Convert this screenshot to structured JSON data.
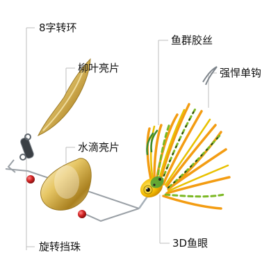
{
  "labels": {
    "swivel": "8字转环",
    "willow_blade": "柳叶亮片",
    "colorado_blade": "水滴亮片",
    "rotating_bead": "旋转挡珠",
    "skirt": "鱼群胶丝",
    "hook": "强悍单钩",
    "eye": "3D鱼眼"
  },
  "colors": {
    "callout_line": "#bdbdbd",
    "blade_gold": "#d8b04a",
    "bead_red": "#c62020",
    "skirt_orange": "#f39c12",
    "skirt_green": "#7bb823",
    "head_yellow": "#f2c200"
  }
}
